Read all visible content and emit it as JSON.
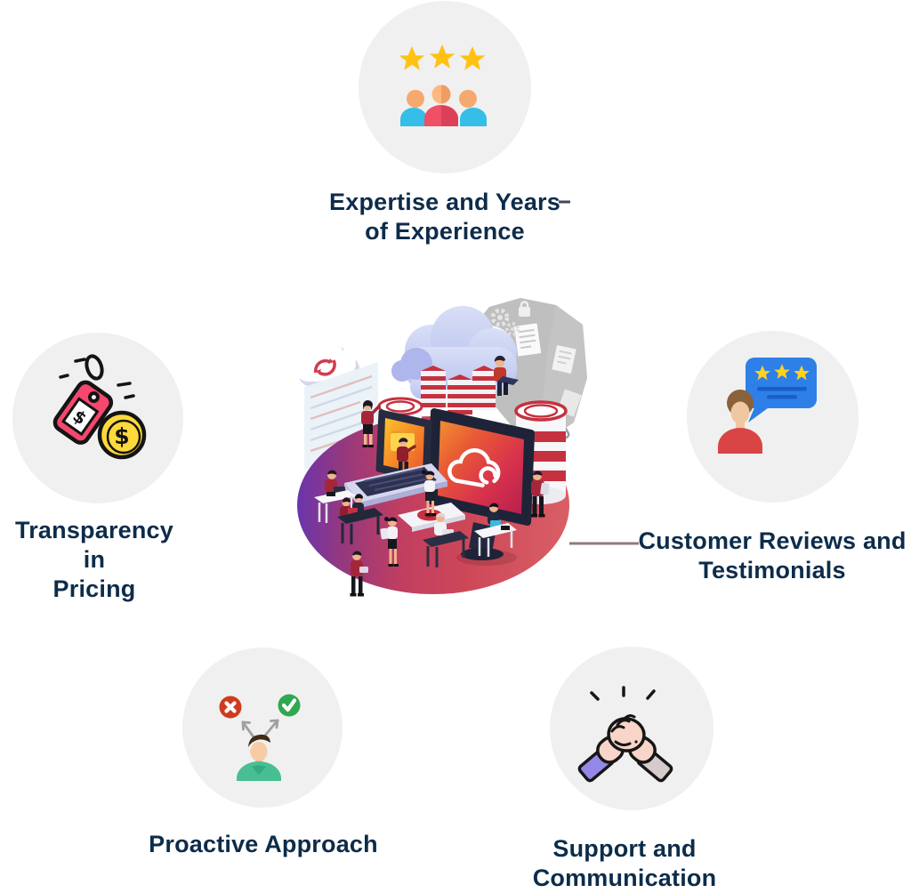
{
  "diagram": {
    "title_hint": "IT service provider selection factors infographic",
    "center_illustration": {
      "name": "cloud-data-center-team-illustration",
      "description": "Isometric scene of a cloud data center: gradient purple-to-red disc, large monitor with cloud logo, laptop, database cylinders, clouds with servers, and small working people"
    },
    "nodes": {
      "expertise": {
        "label_line1": "Expertise and Years",
        "label_line2": "of Experience",
        "icon": "team-three-stars-icon"
      },
      "pricing": {
        "label_line1": "Transparency in",
        "label_line2": "Pricing",
        "icon": "price-tag-dollar-coin-icon"
      },
      "reviews": {
        "label_line1": "Customer Reviews and",
        "label_line2": "Testimonials",
        "icon": "person-review-bubble-icon"
      },
      "proactive": {
        "label_line1": "Proactive Approach",
        "icon": "decision-cross-check-icon"
      },
      "support": {
        "label_line1": "Support and",
        "label_line2": "Communication",
        "icon": "clasped-hands-icon"
      }
    },
    "glyphs": {
      "dollar": "$"
    },
    "connector": {
      "visible_line": "center-to-reviews"
    },
    "colors": {
      "label_text": "#0D2C4A",
      "node_circle_background": "#F0F0F0",
      "connector_line": "#8D7B7B",
      "star_gold": "#FFC212",
      "people_cyan": "#35BEE8",
      "people_red": "#EF5065",
      "tag_pink": "#F6476D",
      "coin_gold": "#FFD93B",
      "bubble_blue": "#2E7FE8",
      "shirt_red": "#D94545",
      "error_red": "#CE3B1E",
      "success_green": "#2FA84F",
      "shirt_teal": "#47BF92",
      "hand_skin": "#F8D5C8",
      "sleeve_purple": "#9388E8",
      "sleeve_gray": "#D6CBCB",
      "disc_gradient": [
        "#6A35AC",
        "#C03E60",
        "#D95F66"
      ]
    }
  }
}
